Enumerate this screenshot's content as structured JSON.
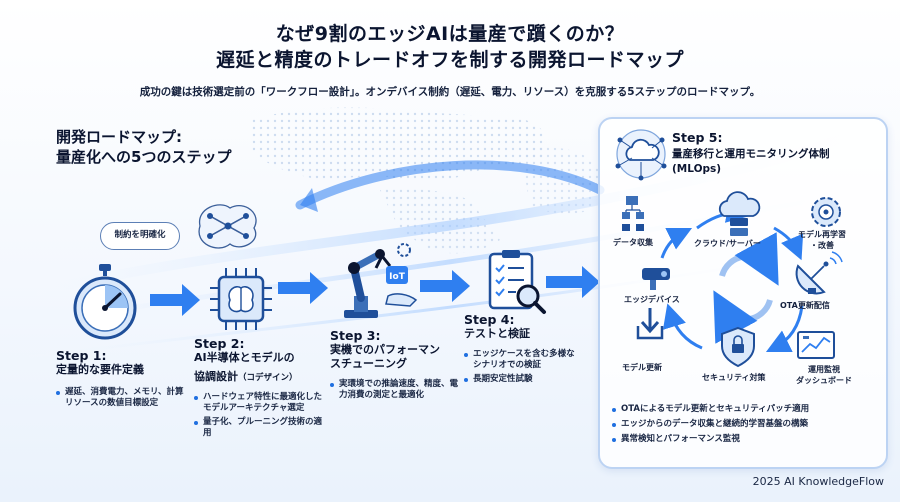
{
  "title_line1": "なぜ9割のエッジAIは量産で躓くのか？",
  "title_line2": "遅延と精度のトレードオフを制する開発ロードマップ",
  "subtitle": "成功の鍵は技術選定前の「ワークフロー設計」。オンデバイス制約（遅延、電力、リソース）を克服する5ステップのロードマップ。",
  "roadmap_title_line1": "開発ロードマップ:",
  "roadmap_title_line2": "量産化への5つのステップ",
  "bubble": "制約を明確化",
  "colors": {
    "accent": "#1f6fe0",
    "arrow": "#2f7ff0",
    "navy": "#0b1530"
  },
  "steps": [
    {
      "head": "Step 1:",
      "title_lines": [
        "定量的な要件定義"
      ],
      "bullets": [
        "遅延、消費電力、メモリ、計算リソースの数値目標設定"
      ],
      "icon": "stopwatch-icon"
    },
    {
      "head": "Step 2:",
      "title_lines": [
        "AI半導体とモデルの",
        "協調設計"
      ],
      "title_suffix": "（コデザイン）",
      "bullets": [
        "ハードウェア特性に最適化したモデルアーキテクチャ選定",
        "量子化、プルーニング技術の適用"
      ],
      "icon": "ai-chip-icon"
    },
    {
      "head": "Step 3:",
      "title_lines": [
        "実機でのパフォーマン",
        "スチューニング"
      ],
      "bullets": [
        "実環境での推論速度、精度、電力消費の測定と最適化"
      ],
      "icon": "robot-arm-icon",
      "iot_label": "IoT"
    },
    {
      "head": "Step 4:",
      "title_lines": [
        "テストと検証"
      ],
      "bullets": [
        "エッジケースを含む多様なシナリオでの検証",
        "長期安定性試験"
      ],
      "icon": "checklist-icon"
    },
    {
      "head": "Step 5:",
      "title_lines": [
        "量産移行と運用モニタリング体制",
        "(MLOps)"
      ],
      "bullets": [
        "OTAによるモデル更新とセキュリティパッチ適用",
        "エッジからのデータ収集と継続的学習基盤の構築",
        "異常検知とパフォーマンス監視"
      ],
      "icon": "network-icon"
    }
  ],
  "cycle": {
    "data_collection": "データ収集",
    "cloud_server": "クラウド/サーバー",
    "model_retrain": [
      "モデル再学習",
      "・改善"
    ],
    "edge_device": "エッジデバイス",
    "ota": "OTA更新配信",
    "model_update": "モデル更新",
    "security": "セキュリティ対策",
    "monitoring": [
      "運用監視",
      "ダッシュボード"
    ]
  },
  "footer": "2025 AI KnowledgeFlow"
}
